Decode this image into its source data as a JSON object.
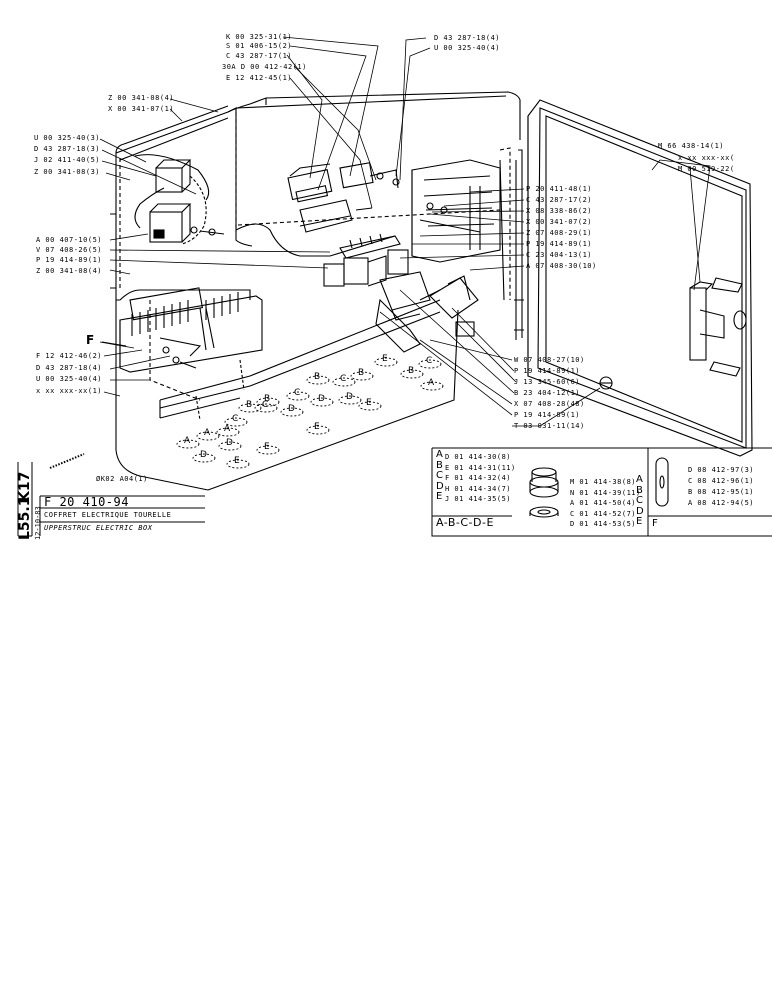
{
  "sheet": {
    "code_side_a": "K17",
    "code_side_b": "L55.1",
    "date_side": "12-10-83",
    "part_number": "F 20 410-94",
    "title_fr": "COFFRET ELECTRIQUE TOURELLE",
    "title_en": "UPPERSTRUC       ELECTRIC BOX",
    "loose_part": "ØK02 A04(1)"
  },
  "callouts_left": [
    "Z 00 341-08(4)",
    "X 00 341-07(1)",
    "U 00 325-40(3)",
    "D 43 287-18(3)",
    "J 02 411-40(5)",
    "Z 00 341-08(3)",
    "A 00 407-10(5)",
    "V 07 408-26(5)",
    "P 19 414-89(1)",
    "Z 00 341-08(4)",
    "F",
    "F 12 412-46(2)",
    "D 43 287-18(4)",
    "U 00 325-40(4)",
    "x xx xxx-xx(1)"
  ],
  "callouts_top": [
    "K 00 325-31(1)",
    "S 01 406-15(2)",
    "C 43 287-17(1)",
    "30A D 00 412-42(1)",
    "E 12 412-45(1)",
    "D 43 287-18(4)",
    "U 00 325-40(4)"
  ],
  "callouts_right": [
    "P 20 411-48(1)",
    "C 43 287-17(2)",
    "X 08 338-86(2)",
    "X 00 341-07(2)",
    "Z 07 408-29(1)",
    "P 19 414-89(1)",
    "C 23 404-13(1)",
    "A 07 408-30(10)"
  ],
  "callouts_door": [
    "M 66 438-14(1)",
    "x xx xxx-xx(",
    "M 00 519-22("
  ],
  "callouts_bottom": [
    "W 07 408-27(10)",
    "P 19 414-89(1)",
    "J 13 345-60(6)",
    "B 23 404-12(1)",
    "X 07 408-28(48)",
    "P 19 414-89(1)",
    "T 03 031-11(14)"
  ],
  "legend_left": {
    "rows": [
      {
        "letter": "A",
        "text": "D 01 414-30(8)"
      },
      {
        "letter": "B",
        "text": "E 01 414-31(11)"
      },
      {
        "letter": "C",
        "text": "F 01 414-32(4)"
      },
      {
        "letter": "D",
        "text": "H 01 414-34(7)"
      },
      {
        "letter": "E",
        "text": "J 01 414-35(5)"
      }
    ],
    "footer": "A-B-C-D-E"
  },
  "legend_mid": [
    {
      "text": "M 01 414-38(8)",
      "letter": "A"
    },
    {
      "text": "N 01 414-39(11)",
      "letter": "B"
    },
    {
      "text": "A 01 414-50(4)",
      "letter": "C"
    },
    {
      "text": "C 01 414-52(7)",
      "letter": "D"
    },
    {
      "text": "D 01 414-53(5)",
      "letter": "E"
    }
  ],
  "legend_right": {
    "rows": [
      "D 08 412-97(3)",
      "C 08 412-96(1)",
      "B 08 412-95(1)",
      "A 08 412-94(5)"
    ],
    "footer": "F"
  },
  "gland_letters": [
    "A",
    "A",
    "A",
    "B",
    "B",
    "B",
    "B",
    "C",
    "C",
    "C",
    "C",
    "D",
    "D",
    "D",
    "D",
    "D",
    "E",
    "E",
    "E",
    "E",
    "E",
    "C",
    "B",
    "A"
  ]
}
